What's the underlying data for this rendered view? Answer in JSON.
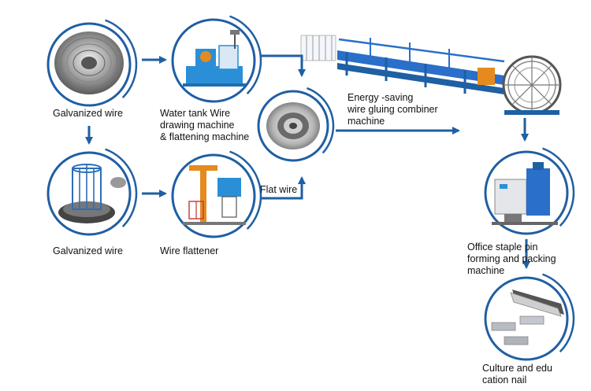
{
  "colors": {
    "ring": "#1f5fa3",
    "arrow": "#1f5fa3",
    "machine_blue": "#2a8fd6",
    "machine_orange": "#e58a1f"
  },
  "nodes": {
    "galvanized_wire_coil": {
      "label": "Galvanized wire"
    },
    "galvanized_wire_cage": {
      "label": "Galvanized wire"
    },
    "water_tank_machine": {
      "label_lines": [
        "Water tank Wire",
        "drawing machine",
        "& flattening machine"
      ]
    },
    "wire_flattener": {
      "label": "Wire flattener"
    },
    "flat_wire": {
      "label": "Flat wire"
    },
    "gluing_combiner": {
      "label_lines": [
        "Energy -saving",
        "wire gluing combiner",
        "machine"
      ]
    },
    "staple_forming": {
      "label_lines": [
        "Office staple pin",
        "forming and packing",
        "machine"
      ]
    },
    "nail_product": {
      "label_lines": [
        "Culture and edu",
        "cation nail"
      ]
    }
  }
}
